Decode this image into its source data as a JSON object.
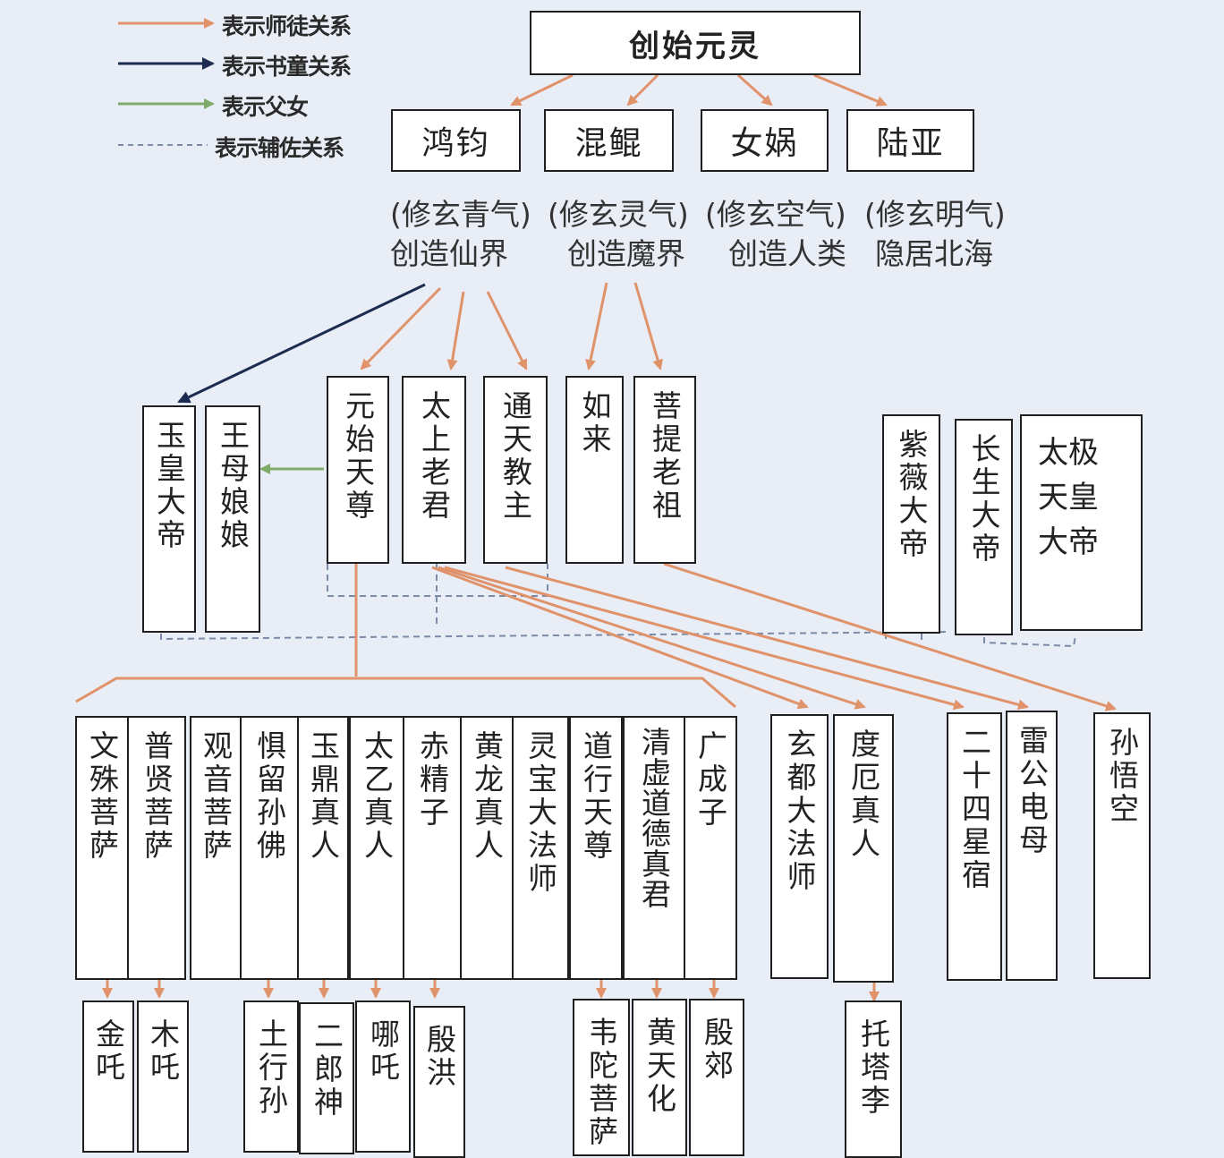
{
  "legend": {
    "master_disciple": "表示师徒关系",
    "attendant": "表示书童关系",
    "father_daughter": "表示父女",
    "assistant": "表示辅佐关系",
    "colors": {
      "master_disciple": "#e0926a",
      "attendant": "#1c2c50",
      "father_daughter": "#7faa6a",
      "assistant": "#7a8ba8"
    }
  },
  "root": "创始元灵",
  "gen1": [
    {
      "name": "鸿钧",
      "cultivates": "(修玄青气)",
      "role": "创造仙界"
    },
    {
      "name": "混鲲",
      "cultivates": "(修玄灵气)",
      "role": "创造魔界"
    },
    {
      "name": "女娲",
      "cultivates": "(修玄空气)",
      "role": "创造人类"
    },
    {
      "name": "陆亚",
      "cultivates": "(修玄明气)",
      "role": "隐居北海"
    }
  ],
  "gen2": {
    "jade_emperor": "玉皇大帝",
    "queen_mother": "王母娘娘",
    "yuanshi": "元始天尊",
    "taishang": "太上老君",
    "tongtian": "通天教主",
    "rulai": "如来",
    "puti": "菩提老祖",
    "ziwei": "紫薇大帝",
    "changsheng": "长生大帝",
    "taiji": [
      "太极",
      "天皇",
      "大帝"
    ]
  },
  "gen3": {
    "wenshu": "文殊菩萨",
    "puxian": "普贤菩萨",
    "guanyin": "观音菩萨",
    "juliusun": "惧留孙佛",
    "yuding": "玉鼎真人",
    "taiyi": "太乙真人",
    "chijingzi": "赤精子",
    "huanglong": "黄龙真人",
    "lingbao": "灵宝大法师",
    "daoxing": "道行天尊",
    "qingxu": "清虚道德真君",
    "guangchengzi": "广成子",
    "xuandu": "玄都大法师",
    "due": "度厄真人",
    "xingxiu": "二十四星宿",
    "leigong": "雷公电母",
    "wukong": "孙悟空"
  },
  "gen4": {
    "jinzha": "金吒",
    "muzha": "木吒",
    "tuxingsun": "土行孙",
    "erlang": "二郎神",
    "nezha": "哪吒",
    "yinhong": "殷洪",
    "weituo": "韦陀菩萨",
    "huangtianhua": "黄天化",
    "yinjiao": "殷郊",
    "tuotali": "托塔李"
  }
}
